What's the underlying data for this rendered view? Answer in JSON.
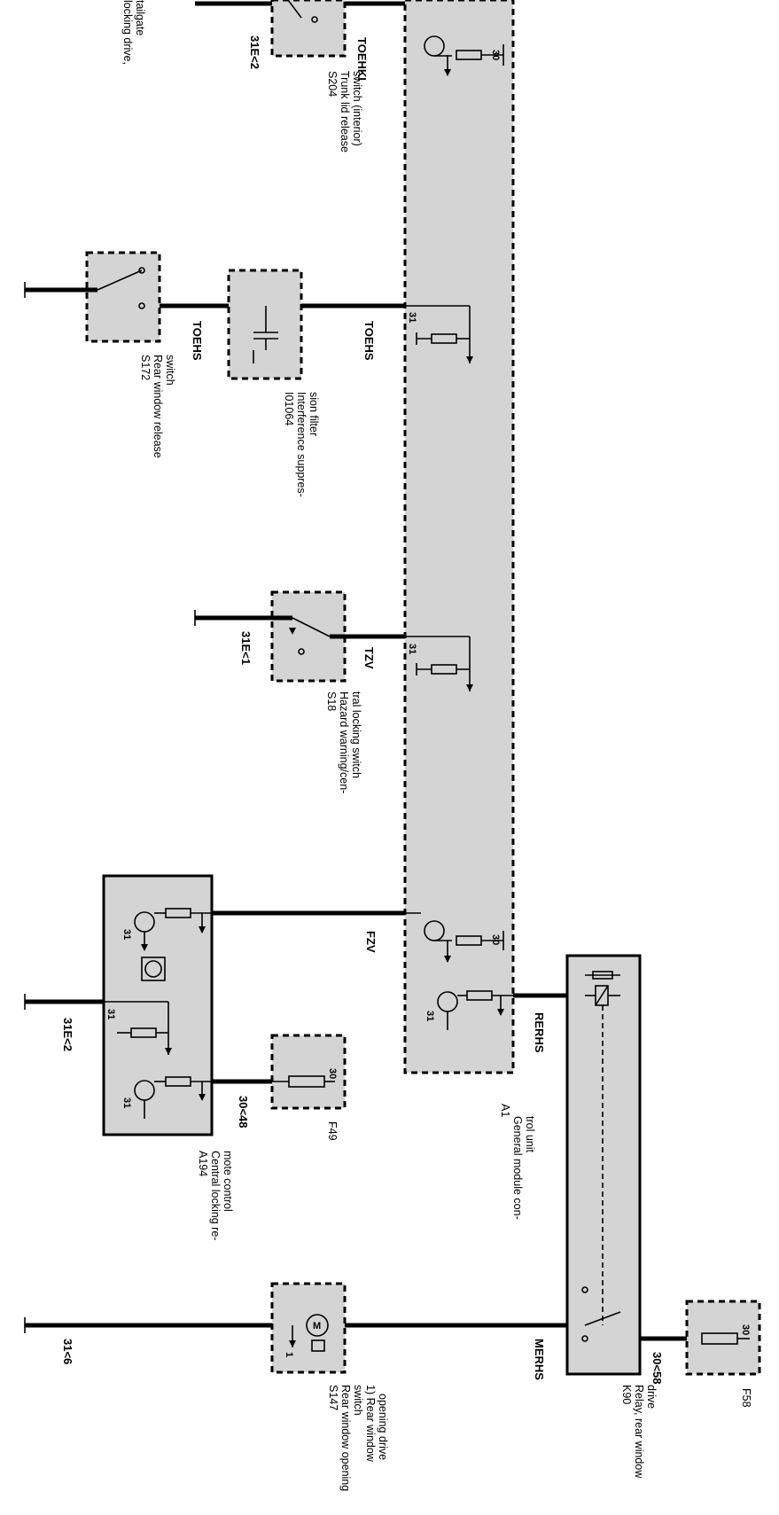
{
  "components": {
    "a1": {
      "id": "A1",
      "lines": [
        "General module con-",
        "trol unit"
      ]
    },
    "a194": {
      "id": "A194",
      "lines": [
        "Central locking re-",
        "mote control"
      ]
    },
    "f49": {
      "id": "F49"
    },
    "f58": {
      "id": "F58"
    },
    "k90": {
      "id": "K90",
      "lines": [
        "Relay, rear window",
        "drive"
      ]
    },
    "s204": {
      "id": "S204",
      "lines": [
        "Trunk lid release",
        "switch (interior)"
      ]
    },
    "s172": {
      "id": "S172",
      "lines": [
        "Rear window release",
        "switch"
      ]
    },
    "i01064": {
      "id": "I01064",
      "lines": [
        "Interference suppres-",
        "sion filter"
      ]
    },
    "s18": {
      "id": "S18",
      "lines": [
        "Hazard warning/cen-",
        "tral locking switch"
      ]
    },
    "s147": {
      "id": "S147",
      "lines": [
        "Rear window opening",
        "switch",
        "1) Rear window",
        "opening drive"
      ]
    },
    "partial_top_left": {
      "lines": [
        "locking drive,",
        "tailgate"
      ]
    }
  },
  "wires": {
    "toehki": "TOEHKI",
    "toehs_a": "TOEHS",
    "toehs_b": "TOEHS",
    "tzv": "TZV",
    "fzv": "FZV",
    "erhs": "RERHS",
    "merhs": "MERHS"
  },
  "nodes": {
    "e31_2_top": "31E<2",
    "e31_1": "31E<1",
    "e31_2_bottom": "31E<2",
    "n30_48": "30<48",
    "n30_58": "30<58",
    "n31_6": "31<6"
  },
  "pins": {
    "p30": "30",
    "p31": "31",
    "p1": "1"
  }
}
